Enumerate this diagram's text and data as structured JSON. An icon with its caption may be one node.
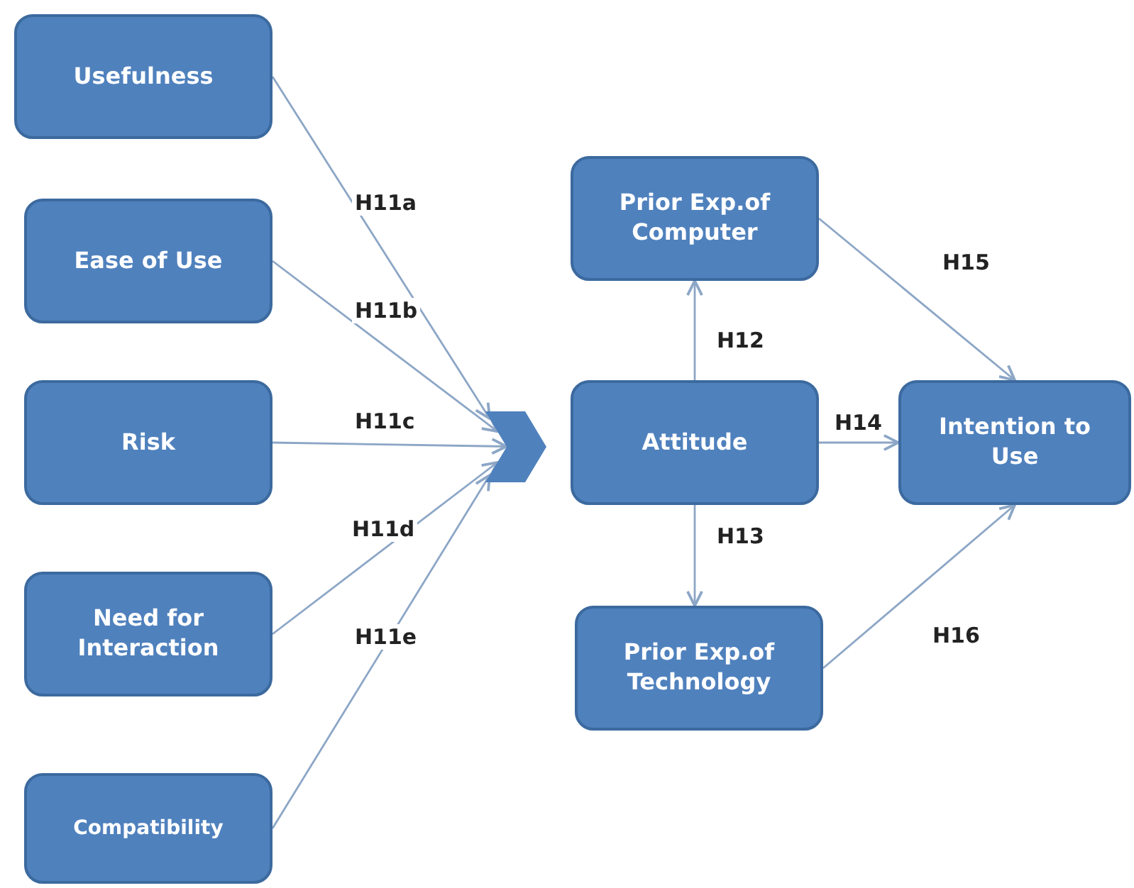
{
  "diagram": {
    "nodes": [
      {
        "text": [
          "Usefulness"
        ]
      },
      {
        "text": [
          "Ease of Use"
        ]
      },
      {
        "text": [
          "Risk"
        ]
      },
      {
        "text": [
          "Need for Interaction"
        ]
      },
      {
        "text": [
          "Compatibility"
        ]
      },
      {
        "text": [],
        "shape": "chevron"
      },
      {
        "text": [
          "Prior Exp.of Computer"
        ]
      },
      {
        "text": [
          "Attitude"
        ]
      },
      {
        "text": [
          "Prior Exp.of Technology"
        ]
      },
      {
        "text": [
          "Intention to Use"
        ]
      }
    ],
    "edges": [
      {
        "from": 0,
        "to": 5,
        "arrow": "to",
        "label": "H11a"
      },
      {
        "from": 1,
        "to": 5,
        "arrow": "to",
        "label": "H11b"
      },
      {
        "from": 2,
        "to": 5,
        "arrow": "to",
        "label": "H11c"
      },
      {
        "from": 3,
        "to": 5,
        "arrow": "to",
        "label": "H11d"
      },
      {
        "from": 4,
        "to": 5,
        "arrow": "to",
        "label": "H11e"
      },
      {
        "from": 7,
        "to": 6,
        "arrow": "to",
        "label": "H12"
      },
      {
        "from": 7,
        "to": 8,
        "arrow": "to",
        "label": "H13"
      },
      {
        "from": 7,
        "to": 9,
        "arrow": "to",
        "label": "H14"
      },
      {
        "from": 6,
        "to": 9,
        "arrow": "to",
        "label": "H15"
      },
      {
        "from": 8,
        "to": 9,
        "arrow": "to",
        "label": "H16"
      }
    ]
  }
}
